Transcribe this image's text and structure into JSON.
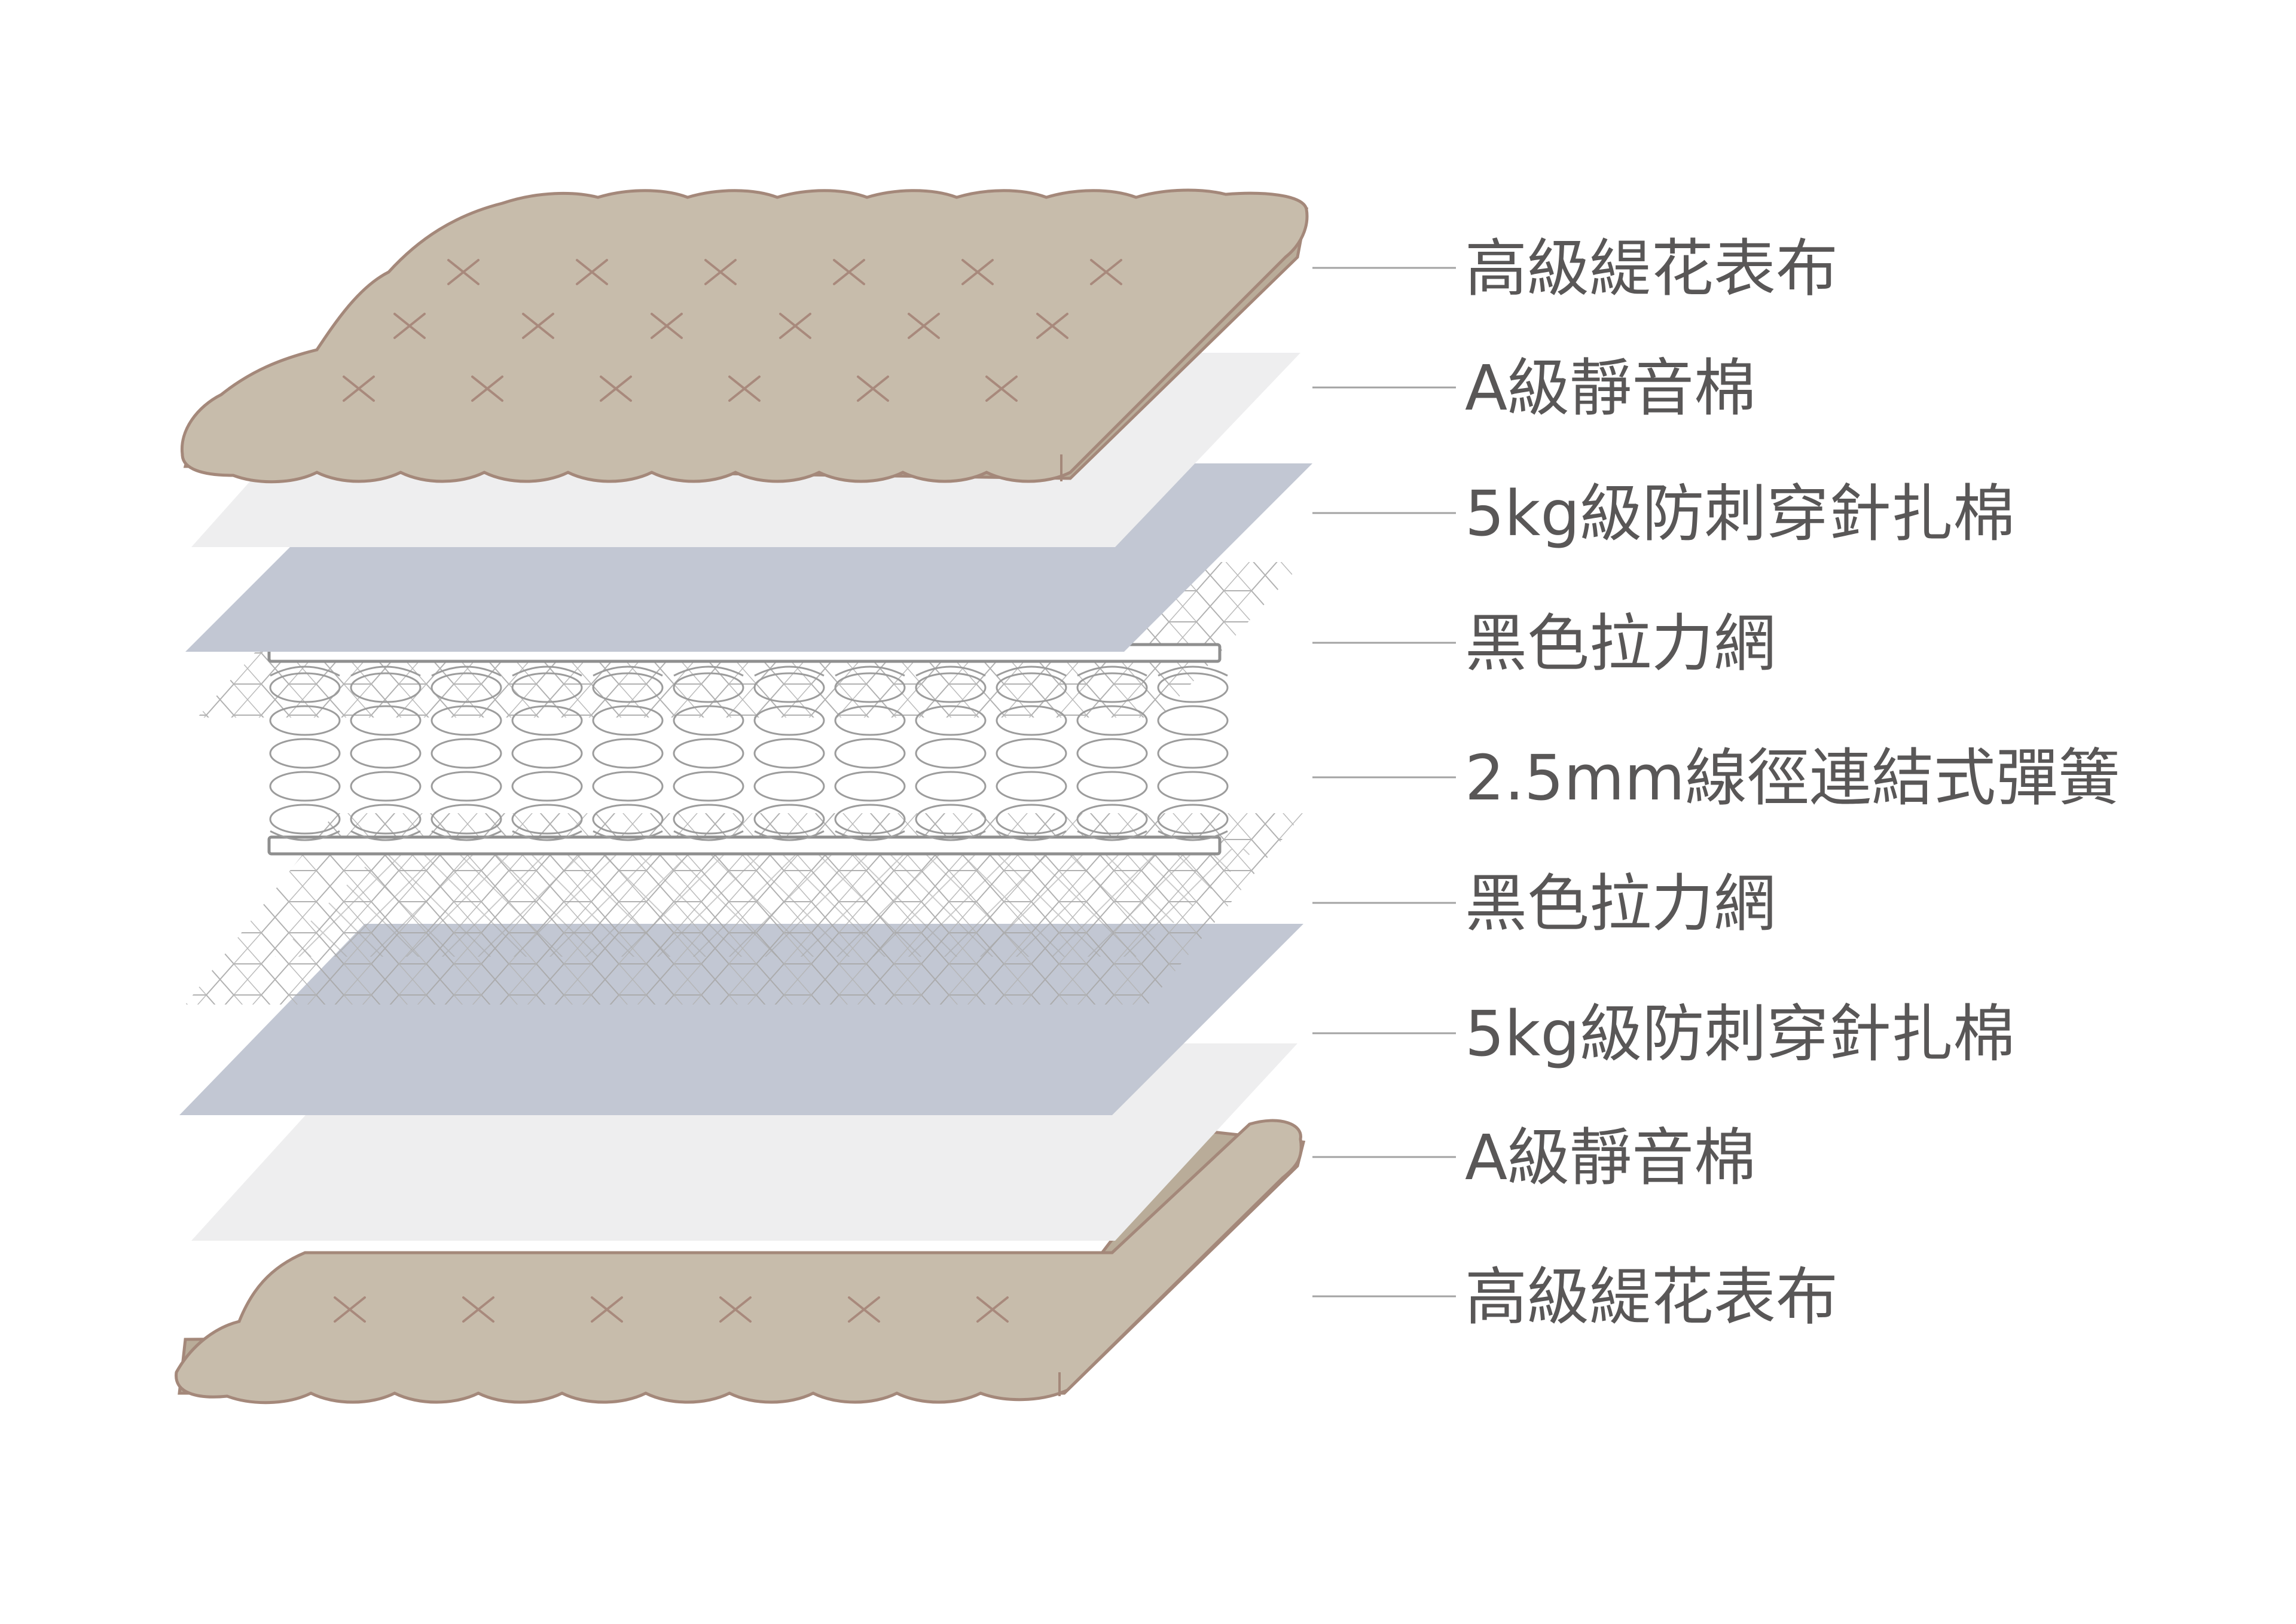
{
  "colors": {
    "fabric_fill": "#c7bcab",
    "fabric_stroke": "#a4887a",
    "fabric_stitch": "#a8897c",
    "silent_cotton": "#eeeeef",
    "puncture_cotton": "#c2c7d3",
    "net_stroke": "#a8a8a8",
    "spring_stroke": "#9c9c9c",
    "label_text": "#595757",
    "leader_line": "#a3a3a3"
  },
  "layers": [
    {
      "id": "top-fabric",
      "label": "高級緹花表布"
    },
    {
      "id": "top-silent-cotton",
      "label": "A級靜音棉"
    },
    {
      "id": "top-puncture-cotton",
      "label": "5kg級防刺穿針扎棉"
    },
    {
      "id": "top-tension-net",
      "label": "黑色拉力網"
    },
    {
      "id": "spring-core",
      "label": "2.5mm線徑連結式彈簧"
    },
    {
      "id": "bottom-tension-net",
      "label": "黑色拉力網"
    },
    {
      "id": "bottom-puncture-cotton",
      "label": "5kg級防刺穿針扎棉"
    },
    {
      "id": "bottom-silent-cotton",
      "label": "A級靜音棉"
    },
    {
      "id": "bottom-fabric",
      "label": "高級緹花表布"
    }
  ]
}
